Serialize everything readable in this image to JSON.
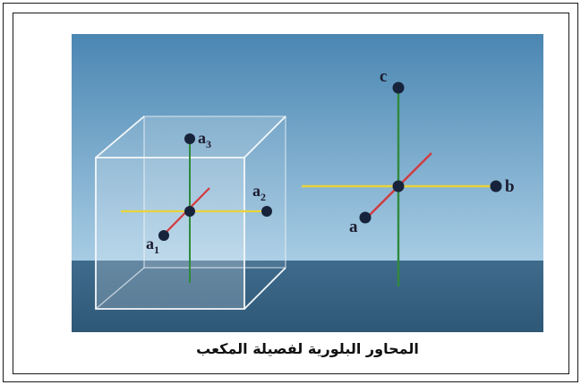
{
  "caption": "المحاور البلورية لفصيلة المكعب",
  "cube_axes": {
    "a1": {
      "base": "a",
      "sub": "1"
    },
    "a2": {
      "base": "a",
      "sub": "2"
    },
    "a3": {
      "base": "a",
      "sub": "3"
    }
  },
  "free_axes": {
    "a": "a",
    "b": "b",
    "c": "c"
  },
  "colors": {
    "sky_top": "#4a86b2",
    "sky_bottom": "#a7cce4",
    "floor": "#3f6b8c",
    "axis_yellow": "#e8d33a",
    "axis_green": "#2f8a3c",
    "axis_red": "#d23a3f",
    "node": "#17233a",
    "cube_edge": "#f4f8fb"
  }
}
